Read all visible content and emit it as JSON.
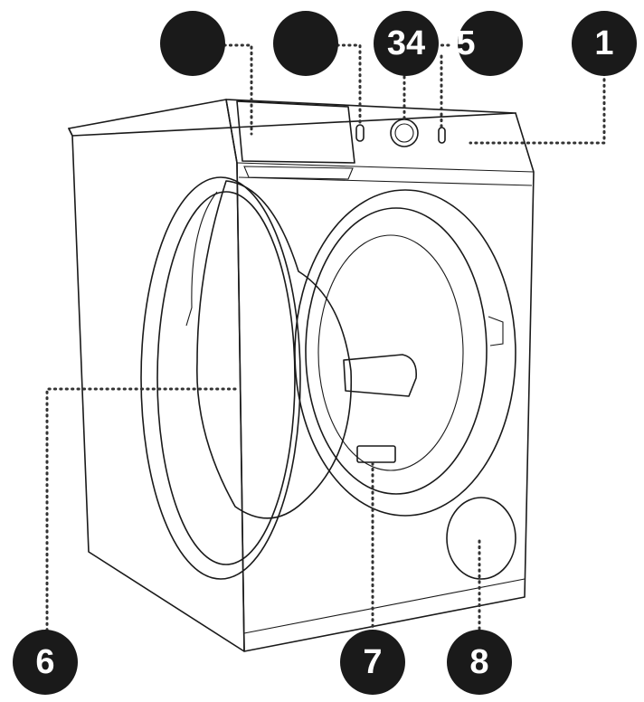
{
  "callouts": [
    {
      "id": "badge-1",
      "label": "1"
    },
    {
      "id": "badge-2",
      "label": ""
    },
    {
      "id": "badge-3",
      "label": ""
    },
    {
      "id": "badge-34",
      "label": "34"
    },
    {
      "id": "badge-5",
      "label": "5"
    },
    {
      "id": "badge-6",
      "label": "6"
    },
    {
      "id": "badge-7",
      "label": "7"
    },
    {
      "id": "badge-8",
      "label": "8"
    }
  ],
  "colors": {
    "badge": "#1a1a1a",
    "line": "#1a1a1a",
    "background": "#ffffff"
  }
}
